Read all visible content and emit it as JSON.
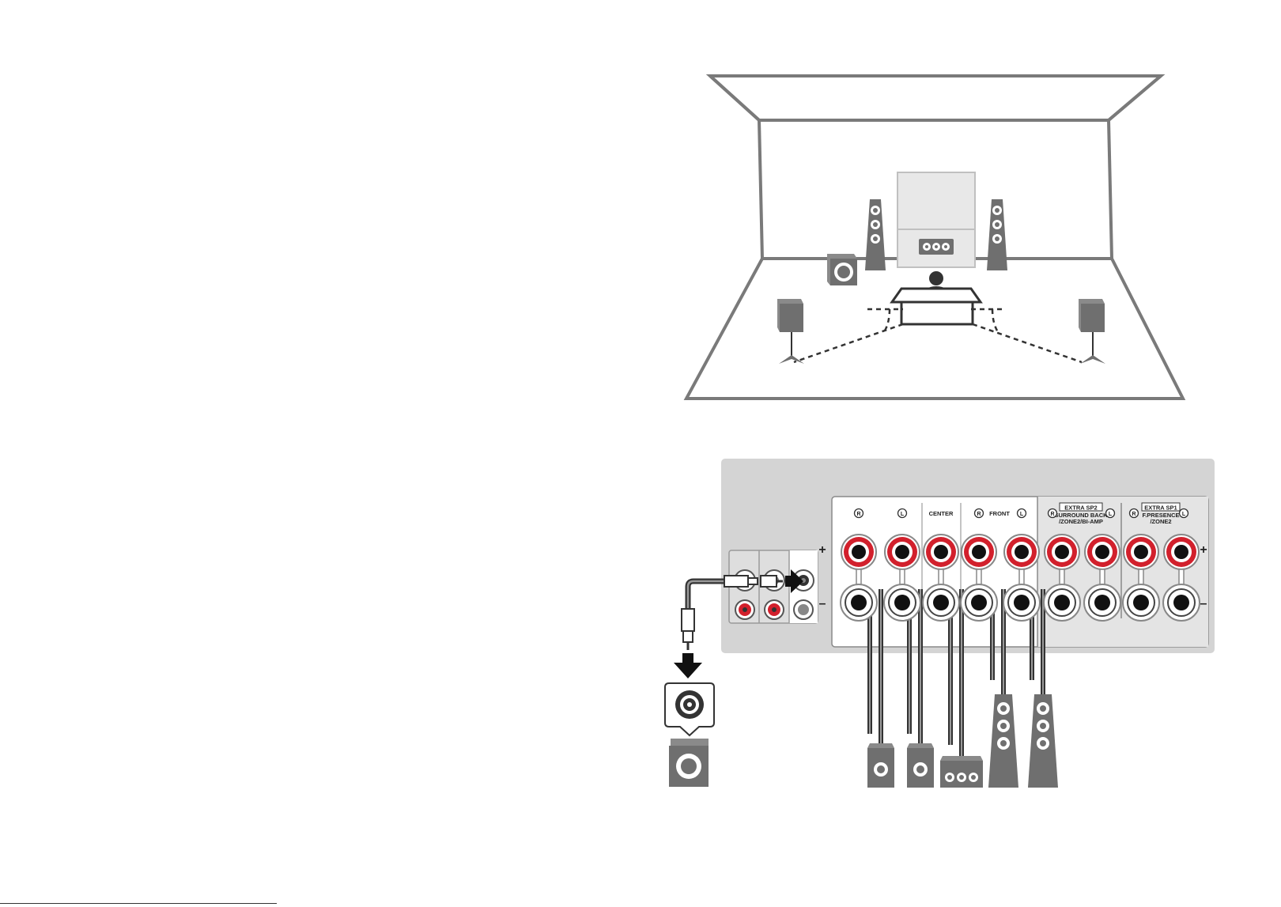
{
  "colors": {
    "wall": "#7a7a7a",
    "speaker": "#6f6f6f",
    "panel": "#d4d4d4",
    "terminal_red": "#d2202c",
    "cable": "#333333",
    "screen": "#e8e8e8"
  },
  "terminals": {
    "channel_labels": [
      {
        "key": "r1",
        "text": "R",
        "circled": true
      },
      {
        "key": "l1",
        "text": "L",
        "circled": true
      },
      {
        "key": "center",
        "text": "CENTER",
        "circled": false
      },
      {
        "key": "r2",
        "text": "R",
        "circled": true
      },
      {
        "key": "front",
        "text": "FRONT",
        "circled": false
      },
      {
        "key": "l2",
        "text": "L",
        "circled": true
      },
      {
        "key": "r3",
        "text": "R",
        "circled": true
      },
      {
        "key": "l3",
        "text": "L",
        "circled": true
      },
      {
        "key": "r4",
        "text": "R",
        "circled": true
      },
      {
        "key": "l4",
        "text": "L",
        "circled": true
      }
    ],
    "extra_sp2": {
      "badge": "EXTRA SP2",
      "line1": "SURROUND BACK",
      "line2": "/ZONE2/BI-AMP"
    },
    "extra_sp1": {
      "badge": "EXTRA SP1",
      "line1": "F.PRESENCE",
      "line2": "/ZONE2"
    },
    "plus_sign": "+",
    "minus_sign": "–"
  },
  "icons": {
    "listener": "person-icon",
    "arrow": "arrow-icon",
    "subwoofer": "subwoofer-icon",
    "speaker": "speaker-icon"
  }
}
